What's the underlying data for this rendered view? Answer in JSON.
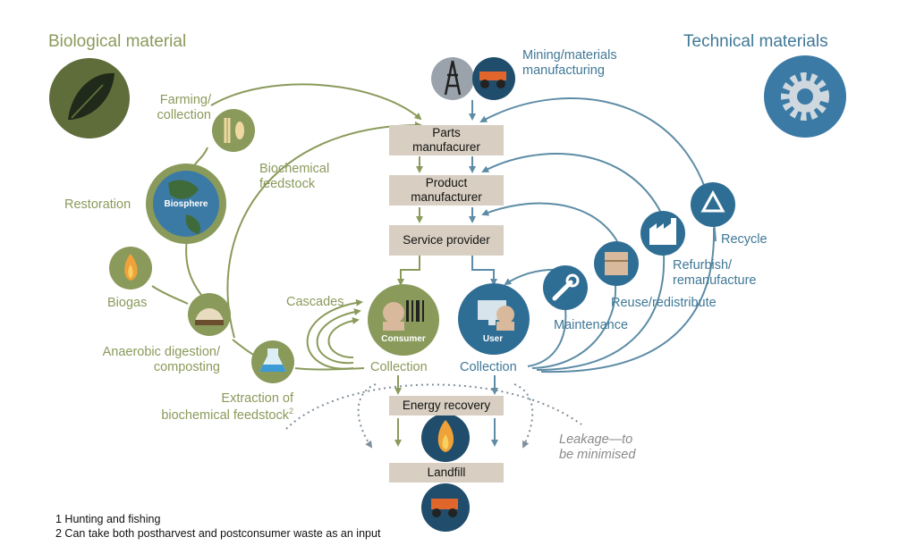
{
  "headers": {
    "biological": "Biological material",
    "technical": "Technical materials"
  },
  "biological_labels": {
    "farming": [
      "Farming/",
      "collection"
    ],
    "biochemical_feedstock": [
      "Biochemical",
      "feedstock"
    ],
    "restoration": "Restoration",
    "biosphere": "Biosphere",
    "biogas": "Biogas",
    "cascades": "Cascades",
    "anaerobic": [
      "Anaerobic digestion/",
      "composting"
    ],
    "extraction": [
      "Extraction of",
      "biochemical feedstock"
    ],
    "extraction_sup": "2",
    "consumer": "Consumer",
    "collection": "Collection"
  },
  "technical_labels": {
    "mining": [
      "Mining/materials",
      "manufacturing"
    ],
    "recycle": "Recycle",
    "refurbish": [
      "Refurbish/",
      "remanufacture"
    ],
    "reuse": "Reuse/redistribute",
    "maintenance": "Maintenance",
    "user": "User",
    "collection": "Collection"
  },
  "flow_boxes": {
    "parts": [
      "Parts",
      "manufacurer"
    ],
    "product": [
      "Product",
      "manufacturer"
    ],
    "service": "Service provider",
    "energy": "Energy recovery",
    "landfill": "Landfill"
  },
  "leakage": [
    "Leakage—to",
    "be minimised"
  ],
  "footnotes": [
    "1 Hunting and fishing",
    "2 Can take both postharvest and postconsumer waste as an input"
  ],
  "colors": {
    "bio_green": "#8a9a5b",
    "bio_dark": "#5e6d3a",
    "tech_blue": "#3f7896",
    "tech_arrow": "#5d8ca6",
    "box_fill": "#d8cfc2",
    "circle_dark": "#1f4d6b"
  }
}
